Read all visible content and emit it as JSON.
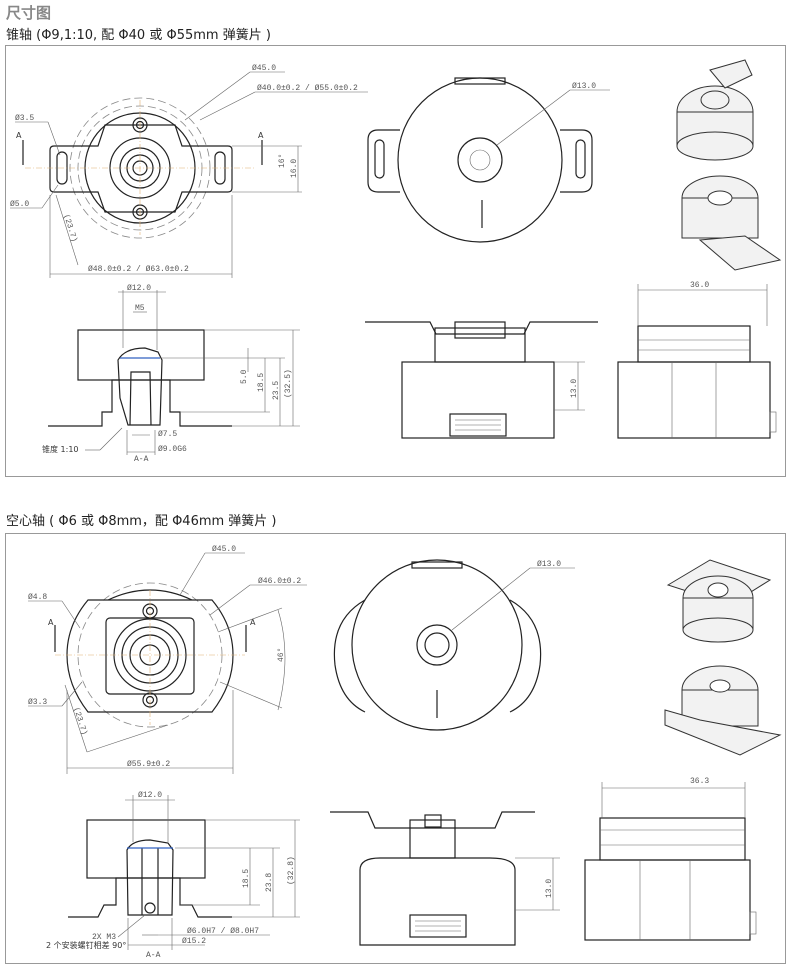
{
  "page_title": "尺寸图",
  "sections": [
    {
      "title": "锥轴 (Φ9,1:10, 配 Φ40 或 Φ55mm 弹簧片 )",
      "front_view": {
        "section_mark": "A",
        "dims": {
          "d45": "Ø45.0",
          "spring": "Ø40.0±0.2 / Ø55.0±0.2",
          "hole1": "Ø3.5",
          "hole2": "Ø5.0",
          "angle": "16°",
          "height": "16.0",
          "radius": "(23.7)",
          "width": "Ø48.0±0.2 / Ø63.0±0.2"
        }
      },
      "section_view": {
        "dims": {
          "d12": "Ø12.0",
          "thread": "M5",
          "h1": "5.0",
          "h2": "18.5",
          "h3": "23.5",
          "h4": "(32.5)",
          "d75": "Ø7.5",
          "d9": "Ø9.0G6",
          "label": "A-A",
          "taper": "锥度 1:10"
        }
      },
      "top_view": {
        "dims": {
          "d13": "Ø13.0"
        }
      },
      "side_view": {
        "dims": {
          "h": "13.0"
        }
      },
      "end_view": {
        "dims": {
          "w": "36.0"
        }
      }
    },
    {
      "title": "空心轴 ( Φ6 或 Φ8mm，配 Φ46mm 弹簧片 )",
      "front_view": {
        "section_mark": "A",
        "dims": {
          "d45": "Ø45.0",
          "spring": "Ø46.0±0.2",
          "hole1": "Ø4.8",
          "hole2": "Ø3.3",
          "angle": "46°",
          "radius": "(23.7)",
          "width": "Ø55.9±0.2"
        }
      },
      "section_view": {
        "dims": {
          "d12": "Ø12.0",
          "h2": "18.5",
          "h3": "23.8",
          "h4": "(32.8)",
          "bore": "Ø6.0H7 / Ø8.0H7",
          "d152": "Ø15.2",
          "screws": "2X M3",
          "screw_note": "2 个安装螺钉相差 90°",
          "label": "A-A"
        }
      },
      "top_view": {
        "dims": {
          "d13": "Ø13.0"
        }
      },
      "side_view": {
        "dims": {
          "h": "13.0"
        }
      },
      "end_view": {
        "dims": {
          "w": "36.3"
        }
      }
    }
  ]
}
